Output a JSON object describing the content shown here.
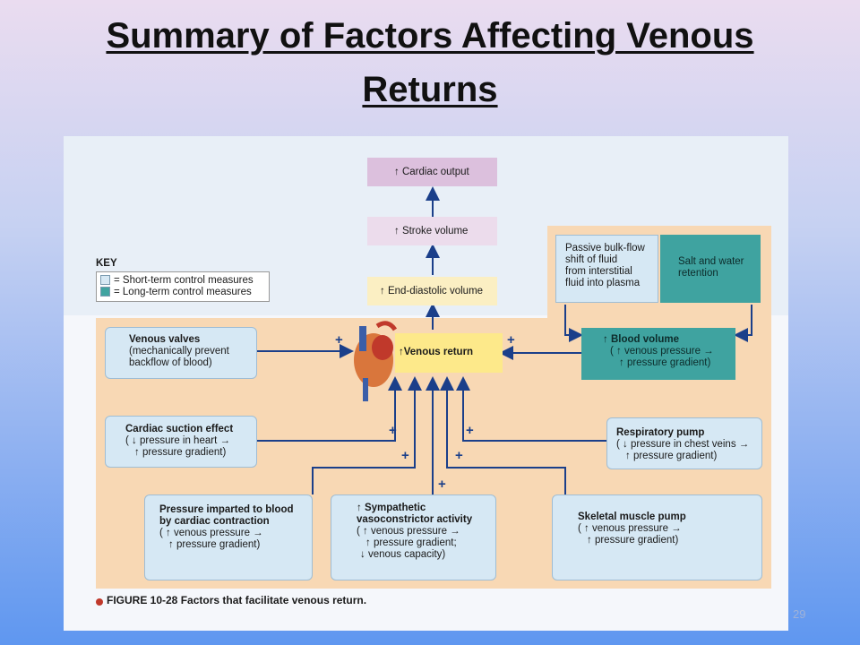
{
  "slide": {
    "title_line1": "Summary of Factors Affecting Venous",
    "title_line2": "Returns",
    "slide_number": "29"
  },
  "key": {
    "heading": "KEY",
    "short_term": "= Short-term control measures",
    "long_term": "= Long-term control measures"
  },
  "nodes": {
    "cardiac_output": "↑ Cardiac output",
    "stroke_volume": "↑ Stroke volume",
    "end_diastolic": "↑ End-diastolic volume",
    "venous_return": "↑Venous return",
    "passive_bulk_flow": [
      "Passive bulk-flow",
      "shift of fluid",
      "from interstitial",
      "fluid into plasma"
    ],
    "salt_water": [
      "Salt and water",
      "retention"
    ],
    "blood_volume": {
      "title": "↑ Blood volume",
      "l2": "( ↑ venous pressure →",
      "l3": "↑ pressure gradient)"
    },
    "venous_valves": {
      "title": "Venous valves",
      "l2": "(mechanically prevent",
      "l3": "backflow of blood)"
    },
    "cardiac_suction": {
      "title": "Cardiac suction effect",
      "l2": "( ↓ pressure in heart →",
      "l3": "↑ pressure gradient)"
    },
    "respiratory_pump": {
      "title": "Respiratory pump",
      "l2": "( ↓ pressure in chest veins →",
      "l3": "↑ pressure gradient)"
    },
    "pressure_imparted": {
      "title1": "Pressure imparted to blood",
      "title2": "by cardiac contraction",
      "l3": "( ↑ venous pressure →",
      "l4": "↑ pressure gradient)"
    },
    "sympathetic": {
      "title1": "↑ Sympathetic",
      "title2": "vasoconstrictor activity",
      "l3": "( ↑ venous pressure →",
      "l4": "↑ pressure gradient;",
      "l5": "↓ venous capacity)"
    },
    "skeletal_pump": {
      "title": "Skeletal muscle pump",
      "l2": "( ↑ venous pressure →",
      "l3": "↑ pressure gradient)"
    }
  },
  "plus_sign": "+",
  "caption": {
    "label": "FIGURE 10-28",
    "text": "Factors that facilitate venous return."
  },
  "colors": {
    "short_term": "#d6e8f4",
    "long_term": "#3fa3a0",
    "arrow": "#1b3f8a",
    "peach_region": "#f8d8b4"
  }
}
